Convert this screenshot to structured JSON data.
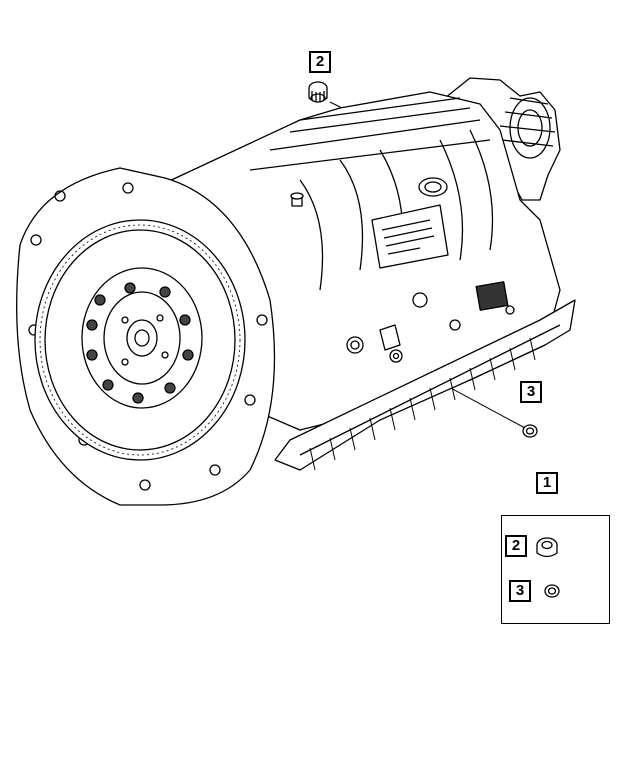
{
  "callouts": {
    "top_plug": "2",
    "side_seal": "3",
    "kit": "1",
    "kit_plug": "2",
    "kit_seal": "3"
  },
  "parts": [
    {
      "name": "transmission-assembly",
      "icon": "transmission-icon"
    },
    {
      "name": "drain-plug",
      "icon": "plug-icon"
    },
    {
      "name": "seal-washer",
      "icon": "washer-icon"
    }
  ]
}
